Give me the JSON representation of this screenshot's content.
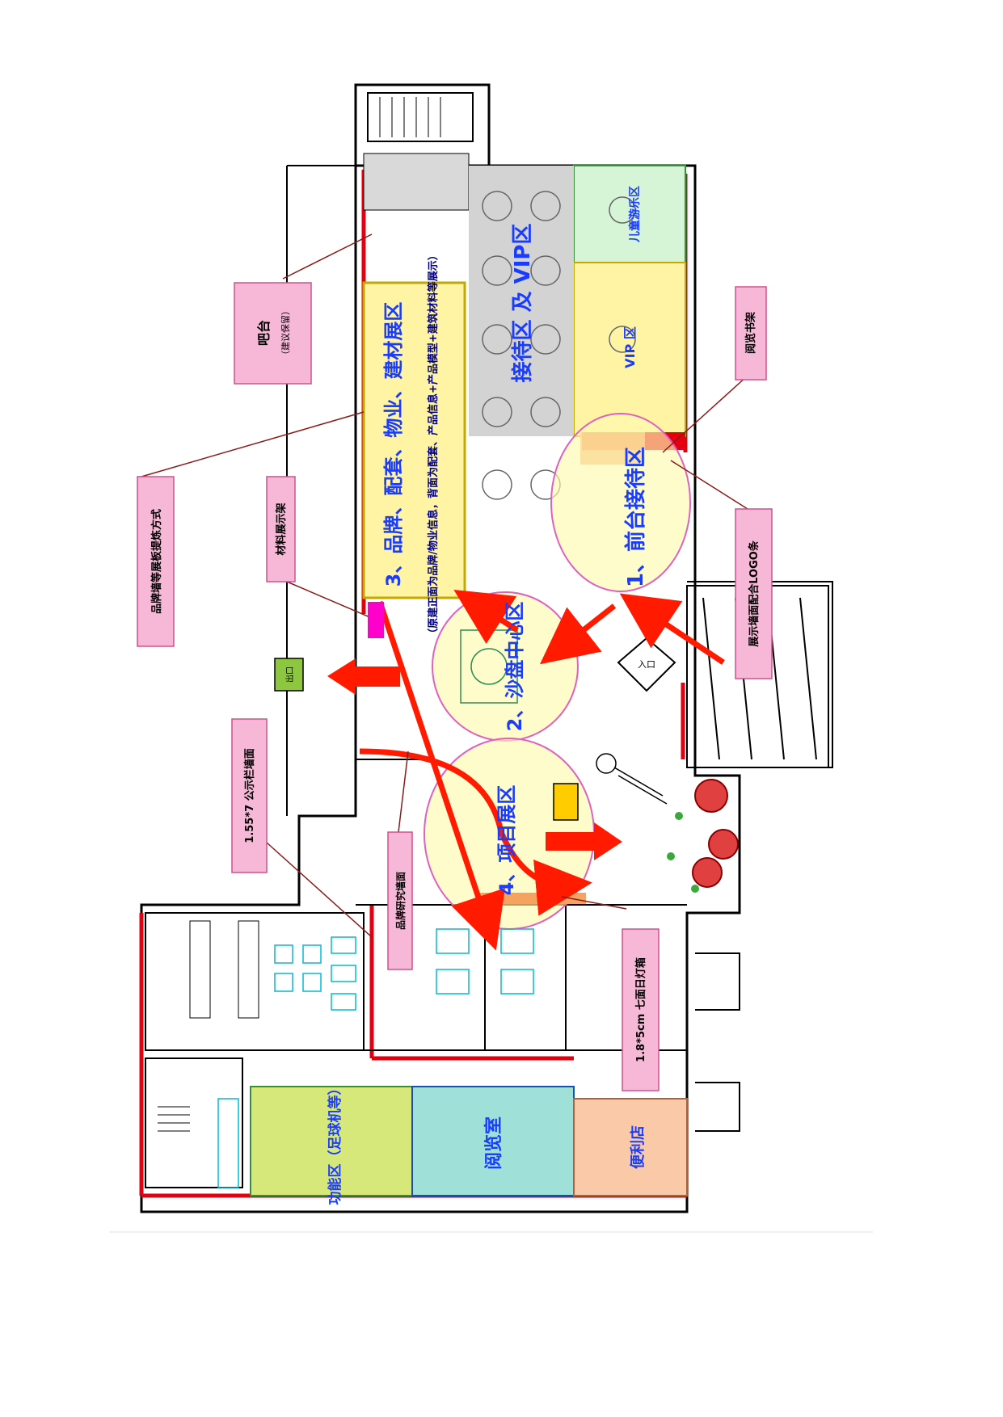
{
  "zones": {
    "front_desk": "1、前台接待区",
    "sand_table": "2、沙盘中心区",
    "brand_exhibit": "3、品牌、配套、物业、建材展区",
    "brand_exhibit_note": "（原建正面为品牌/物业信息，背面为配套、产品信息+产品模型+建筑材料等展示）",
    "project_exhibit": "4、项目展区",
    "reception": "接待区 及 VIP区",
    "vip": "VIP 区",
    "kids": "儿童游乐区",
    "function": "功能区（足球机等）",
    "reading": "阅览室",
    "shop": "便利店"
  },
  "callouts": {
    "bar": "吧台",
    "bar_note": "（建议保留）",
    "brand_wall": "品牌墙等展板提炼方式",
    "material_rack": "材料展示架",
    "wall_display": "1.55*7 公示栏墙面",
    "plan_display": "品牌研究墙面",
    "lightbox": "1.8*5cm 七面日灯箱",
    "bookshelf": "阅览书架",
    "entrance_wall": "展示墙面配合LOGO条",
    "exit_label": "出口",
    "entry_label": "入口"
  },
  "colors": {
    "wall": "#000000",
    "red_wall": "#e3000f",
    "callout_fill": "#f7b8d8",
    "callout_border": "#d0508c",
    "exhibit_yellow": "#fff4a3",
    "circle_fill": "#fffab0",
    "circle_border": "#e060c0",
    "reception_gray": "#d3d3d3",
    "kids_green": "#d6f5d6",
    "function_green": "#d7e87a",
    "reading_teal": "#9fe0d8",
    "shop_peach": "#f9c9a8",
    "zone_text_blue": "#1a3cff",
    "arrow_red": "#ff1a00"
  }
}
